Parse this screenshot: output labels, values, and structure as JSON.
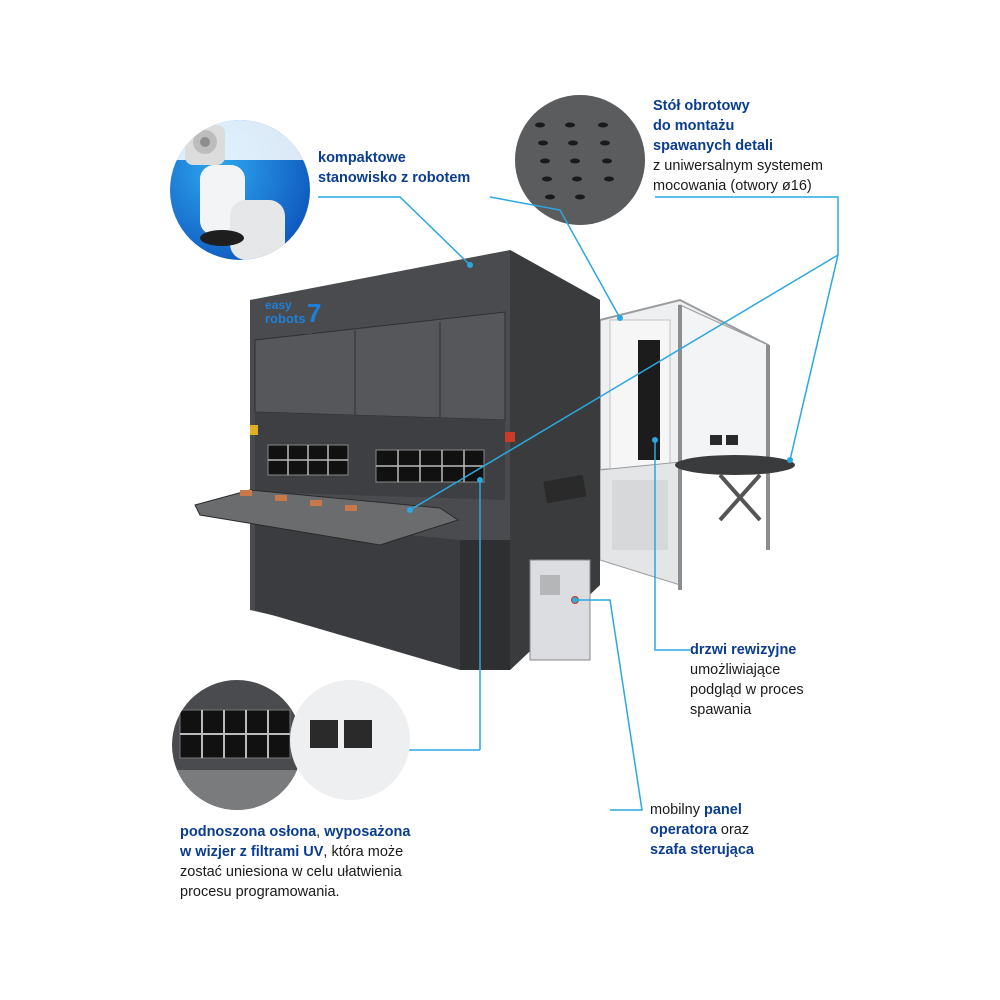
{
  "labels": {
    "compact": {
      "line1": "kompaktowe",
      "line2": "stanowisko z robotem"
    },
    "table": {
      "line1": "Stół obrotowy",
      "line2": "do montażu",
      "line3": "spawanych detali",
      "line4": "z uniwersalnym systemem",
      "line5": "mocowania (otwory ø16)"
    },
    "door": {
      "line1": "drzwi rewizyjne",
      "line2": "umożliwiające",
      "line3": "podgląd w proces",
      "line4": "spawania"
    },
    "panel": {
      "p1": "mobilny ",
      "p2": "panel",
      "p3": "operatora",
      "p4": " oraz",
      "p5": "szafa sterująca"
    },
    "cover": {
      "p1": "podnoszona osłona",
      "p2": ", ",
      "p3": "wyposażona",
      "p4": "w wizjer z filtrami UV",
      "p5": ", która może",
      "p6": "zostać uniesiona w celu ułatwienia",
      "p7": "procesu programowania."
    }
  },
  "logo": {
    "line1": "easy",
    "line2": "robots",
    "mark": "7"
  },
  "colors": {
    "accent": "#0a3d8f",
    "line": "#2aa8e0",
    "machine": "#4a4b4e",
    "machineDark": "#2e2f31",
    "frame": "#e9eaeb"
  }
}
